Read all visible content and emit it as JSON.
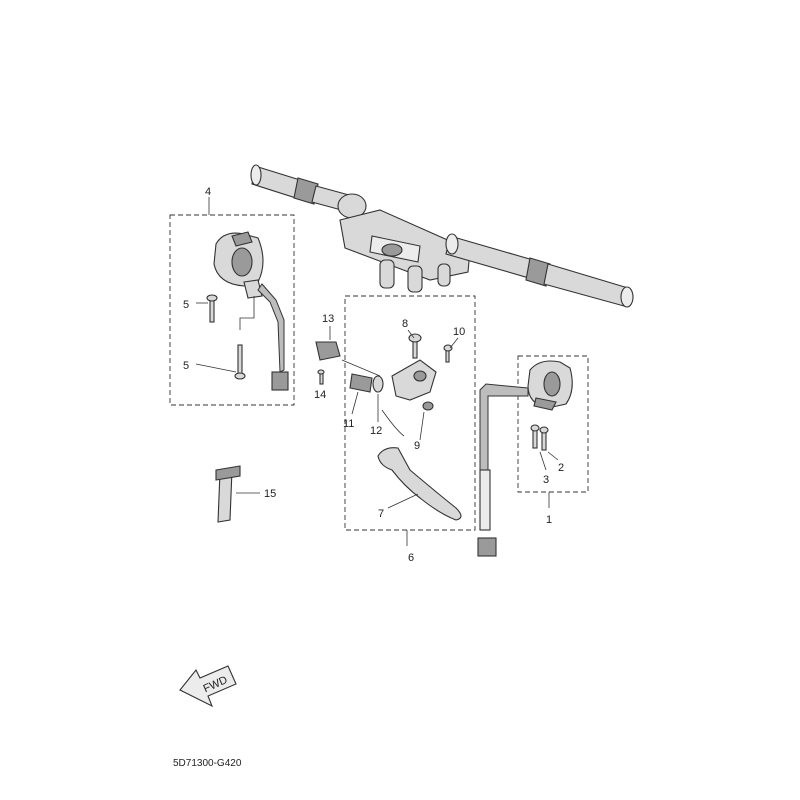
{
  "diagram": {
    "code": "5D71300-G420",
    "fwd_label": "FWD",
    "callouts": {
      "c1": "1",
      "c2": "2",
      "c3": "3",
      "c4": "4",
      "c5a": "5",
      "c5b": "5",
      "c6": "6",
      "c7": "7",
      "c8": "8",
      "c9": "9",
      "c10": "10",
      "c11": "11",
      "c12": "12",
      "c13": "13",
      "c14": "14",
      "c15": "15"
    }
  }
}
